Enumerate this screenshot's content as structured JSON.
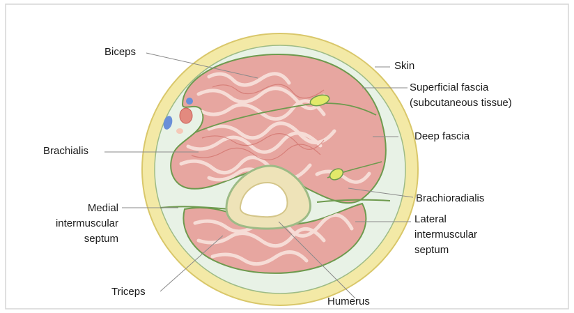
{
  "labels": {
    "biceps": "Biceps",
    "skin": "Skin",
    "superficial_fascia_line1": "Superficial fascia",
    "superficial_fascia_line2": "(subcutaneous tissue)",
    "deep_fascia": "Deep fascia",
    "brachialis": "Brachialis",
    "brachioradialis": "Brachioradialis",
    "medial_septum_line1": "Medial",
    "medial_septum_line2": "intermuscular",
    "medial_septum_line3": "septum",
    "lateral_septum_line1": "Lateral",
    "lateral_septum_line2": "intermuscular",
    "lateral_septum_line3": "septum",
    "triceps": "Triceps",
    "humerus": "Humerus"
  },
  "colors": {
    "skin": "#f3e9a6",
    "skin_outline": "#d9c76a",
    "subcutaneous": "#e8f2e6",
    "fascia": "#6e9a4e",
    "muscle": "#e7a6a0",
    "muscle_light": "#f6dcd6",
    "muscle_streak": "#c95e58",
    "bone": "#eee3b8",
    "bone_cortex": "#d4c68a",
    "nerve": "#e2e96a",
    "vein": "#6a8fd8",
    "artery": "#e38a7f",
    "leader_line": "#8a8a8a"
  }
}
